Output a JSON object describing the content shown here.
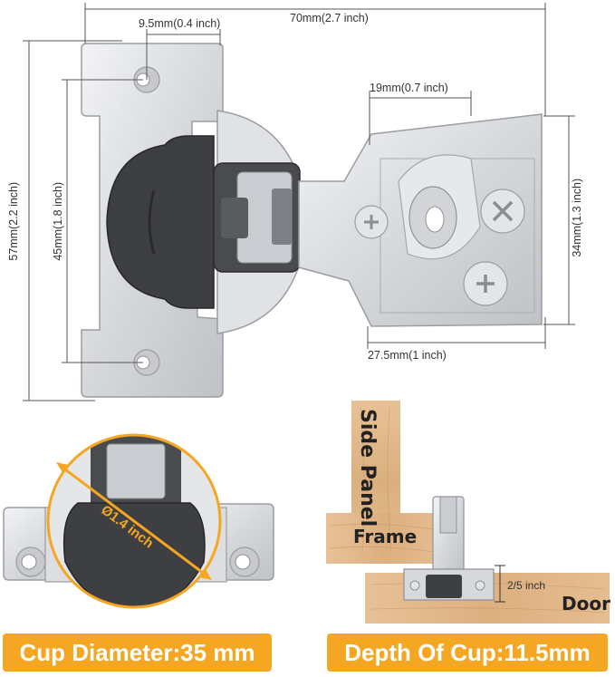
{
  "dimensions": {
    "overall_width": "70mm(2.7 inch)",
    "hole_offset": "9.5mm(0.4 inch)",
    "arm_slot": "19mm(0.7 inch)",
    "total_height": "57mm(2.2 inch)",
    "hole_spacing": "45mm(1.8 inch)",
    "plate_height": "34mm(1.3 inch)",
    "plate_width": "27.5mm(1 inch)"
  },
  "cup_callout": {
    "diameter_label": "Ø1.4 inch"
  },
  "installation": {
    "side_panel": "Side Panel",
    "frame": "Frame",
    "door": "Door",
    "offset": "2/5 inch"
  },
  "banners": {
    "cup_diameter": "Cup Diameter:35 mm",
    "cup_depth": "Depth Of Cup:11.5mm"
  },
  "colors": {
    "accent": "#f5a623",
    "wood": "#e3b98a",
    "metal": "#d9dadc",
    "cup": "#3e3f42"
  }
}
